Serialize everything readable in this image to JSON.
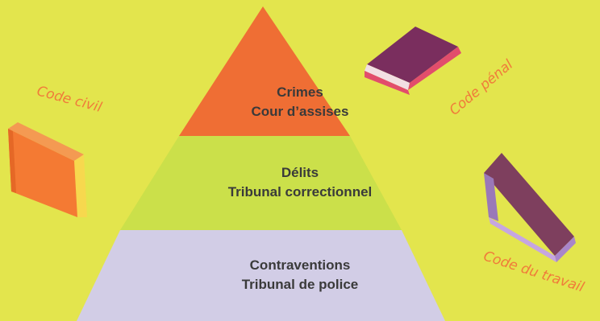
{
  "pyramid": {
    "tiers": [
      {
        "lines": [
          "Crimes",
          "Cour d’assises"
        ],
        "color": "#ef6e34"
      },
      {
        "lines": [
          "Délits",
          "Tribunal correctionnel"
        ],
        "color": "#cbe04a"
      },
      {
        "lines": [
          "Contraventions",
          "Tribunal de police"
        ],
        "color": "#d2cde6"
      }
    ]
  },
  "books": {
    "civil": {
      "label": "Code civil",
      "icon": "book-icon"
    },
    "penal": {
      "label": "Code pénal",
      "icon": "book-icon"
    },
    "travail": {
      "label": "Code du travail",
      "icon": "book-icon"
    }
  }
}
